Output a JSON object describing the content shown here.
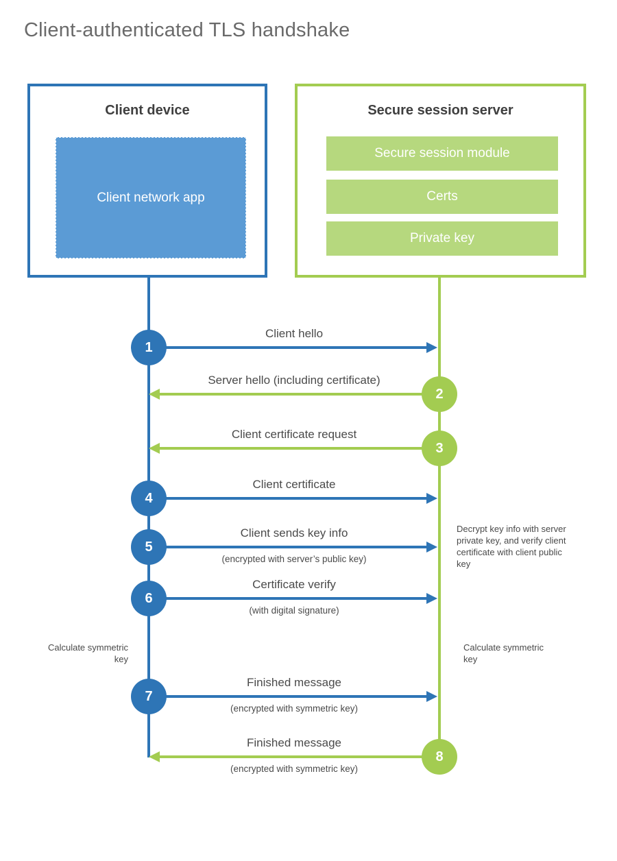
{
  "title": "Client-authenticated TLS handshake",
  "client": {
    "heading": "Client device",
    "app_label": "Client network app"
  },
  "server": {
    "heading": "Secure session server",
    "modules": [
      "Secure session module",
      "Certs",
      "Private key"
    ]
  },
  "messages": [
    {
      "step": "1",
      "label": "Client hello",
      "direction": "right",
      "color": "blue"
    },
    {
      "step": "2",
      "label": "Server hello (including certificate)",
      "direction": "left",
      "color": "green"
    },
    {
      "step": "3",
      "label": "Client certificate request",
      "direction": "left",
      "color": "green"
    },
    {
      "step": "4",
      "label": "Client certificate",
      "direction": "right",
      "color": "blue"
    },
    {
      "step": "5",
      "label": "Client sends key info",
      "sub": "(encrypted with server’s public key)",
      "direction": "right",
      "color": "blue"
    },
    {
      "step": "6",
      "label": "Certificate verify",
      "sub": "(with digital signature)",
      "direction": "right",
      "color": "blue"
    },
    {
      "step": "7",
      "label": "Finished message",
      "sub": "(encrypted with symmetric key)",
      "direction": "right",
      "color": "blue"
    },
    {
      "step": "8",
      "label": "Finished message",
      "sub": "(encrypted with symmetric key)",
      "direction": "left",
      "color": "green"
    }
  ],
  "annotations": {
    "decrypt_note": "Decrypt key info with server private key, and verify client certificate with client public key",
    "calc_left": "Calculate symmetric key",
    "calc_right": "Calculate symmetric key"
  },
  "colors": {
    "blue": "#2e75b6",
    "light_blue": "#5b9bd5",
    "green": "#a3cc51",
    "light_green": "#b6d87e"
  }
}
